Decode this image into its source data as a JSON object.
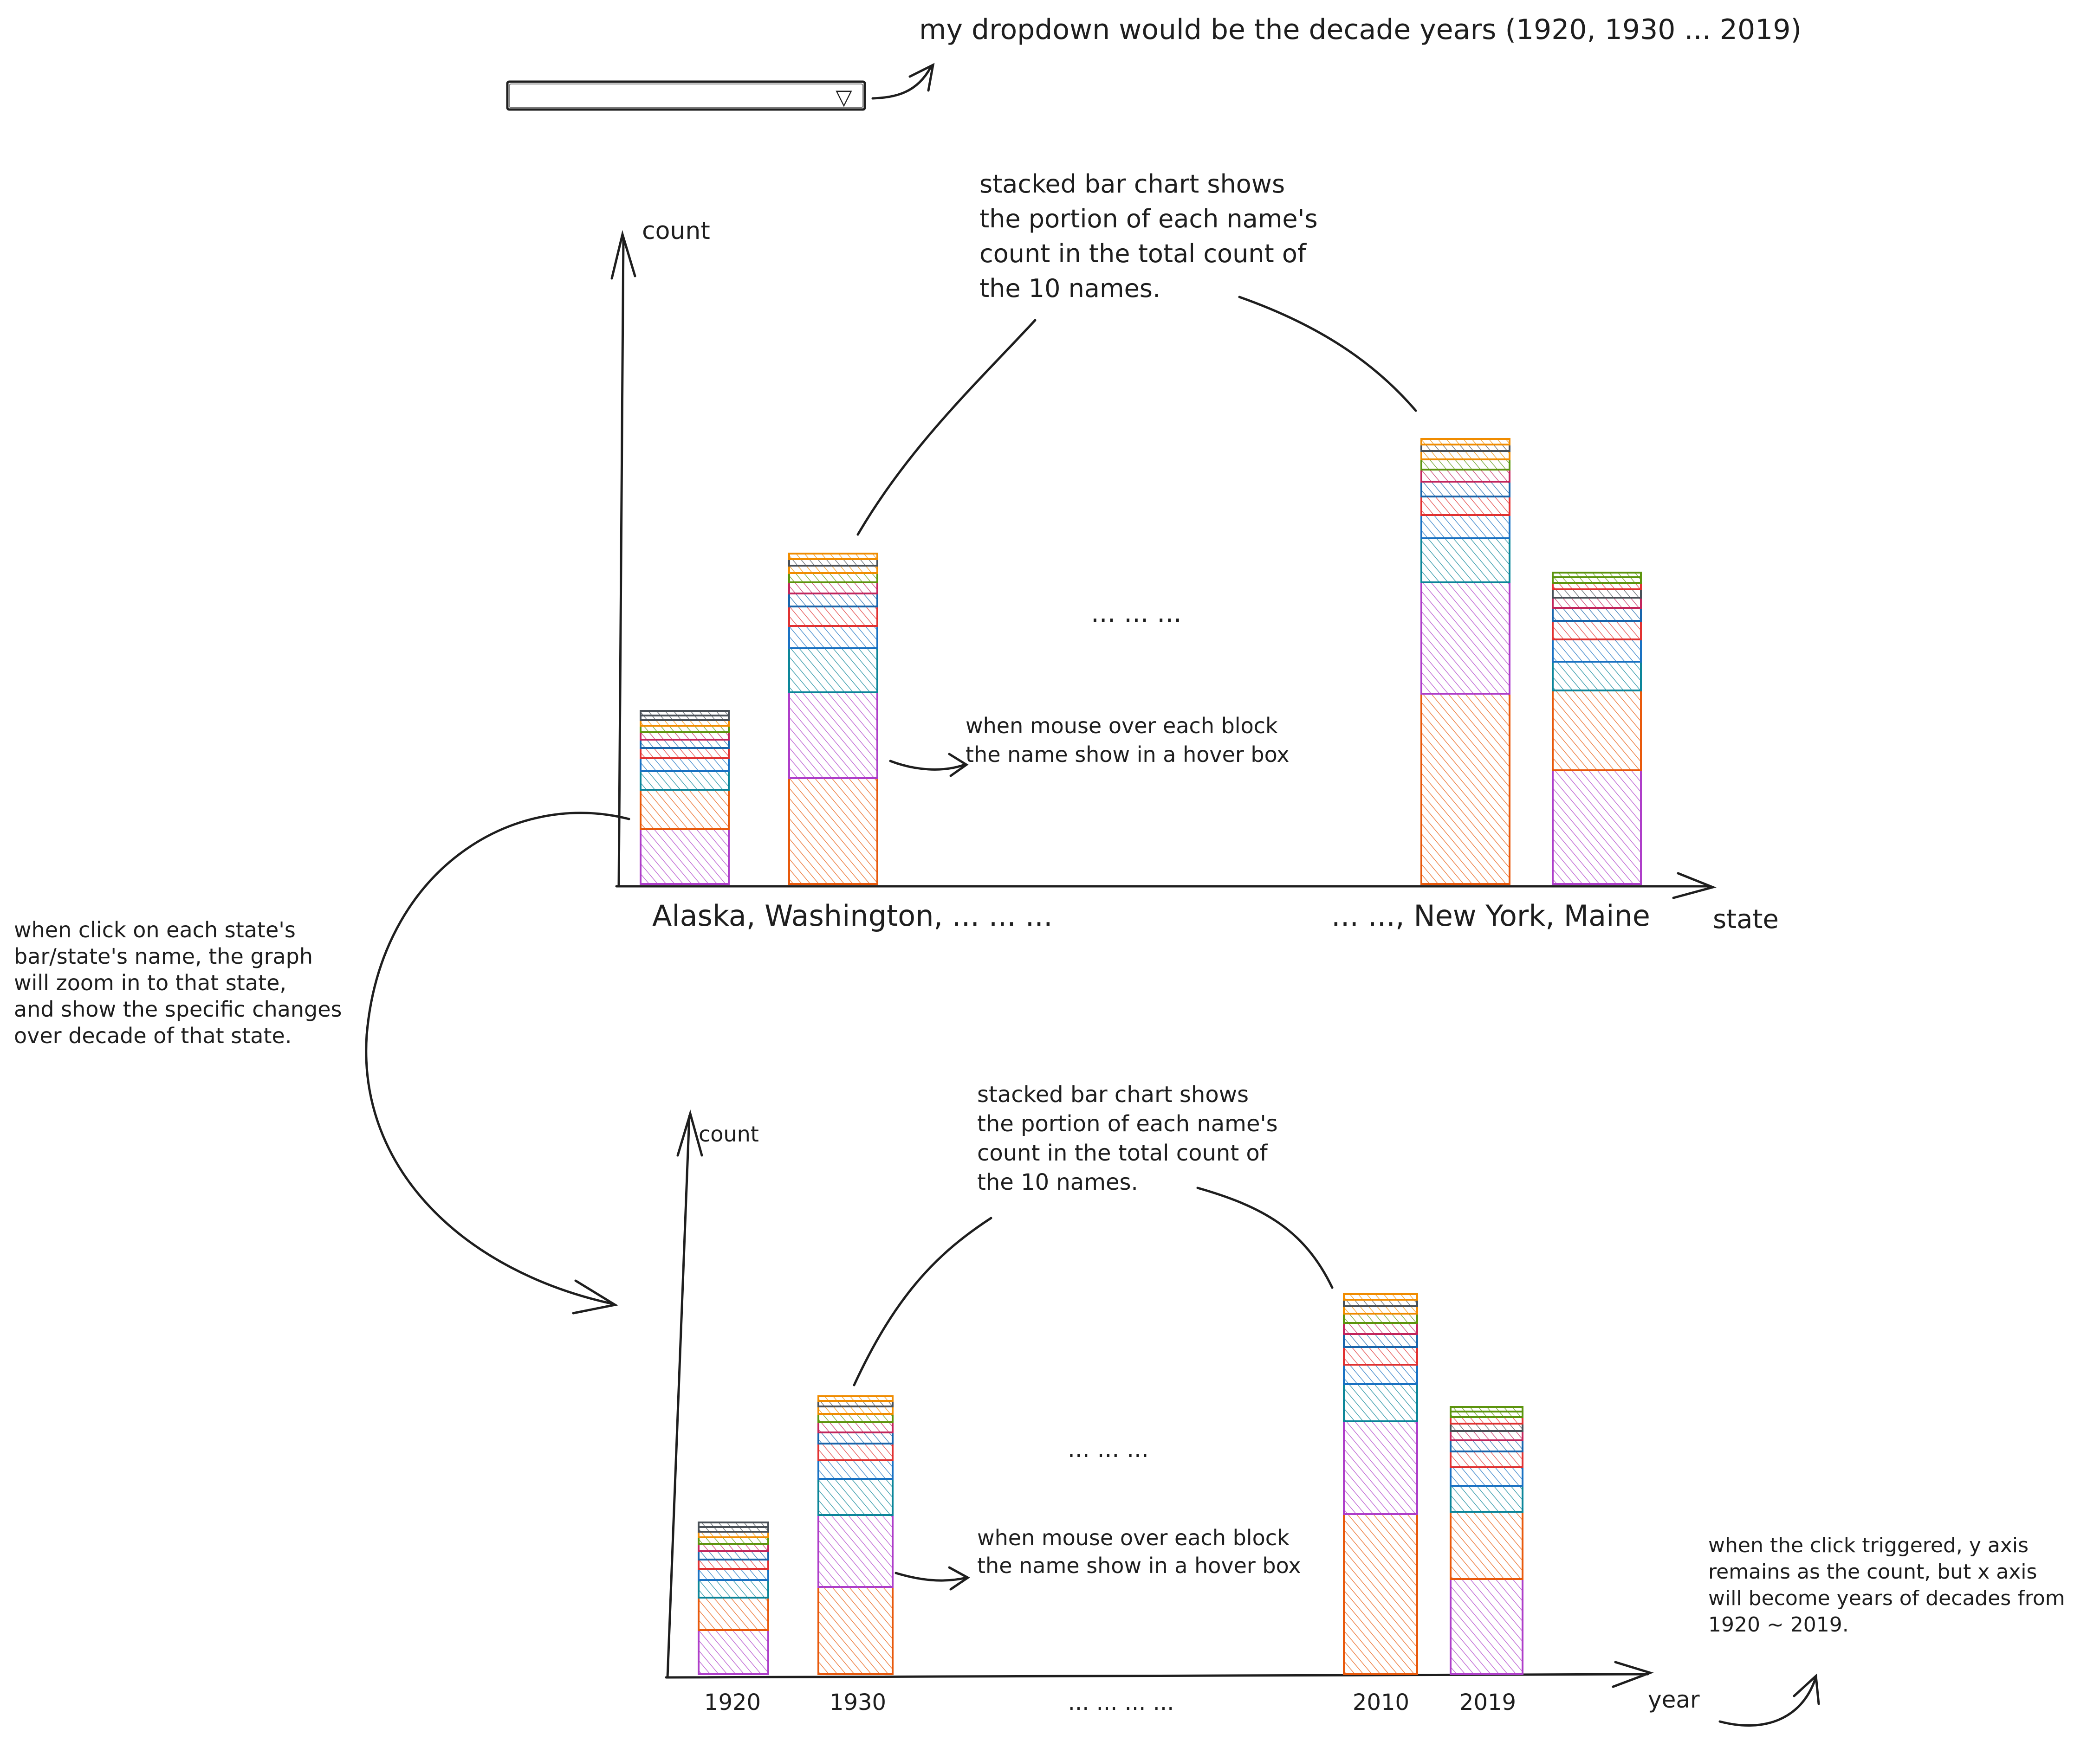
{
  "dropdown": {
    "note": "my dropdown would be the decade years (1920, 1930 ... 2019)",
    "arrow_glyph": "▽"
  },
  "colors": {
    "ink": "#1e1e1e",
    "palette": [
      "#e8590c",
      "#ae3ec9",
      "#0c8599",
      "#1971c2",
      "#e03131",
      "#f08c00",
      "#5c940d",
      "#1864ab",
      "#c2255c",
      "#495057"
    ]
  },
  "chart_top": {
    "y_axis_label": "count",
    "x_axis_label": "state",
    "x_labels_left": "Alaska, Washington, ... ... ...",
    "x_labels_right": "... ..., New York, Maine",
    "middle_ellipsis": "... ... ...",
    "note_lines": [
      "stacked bar chart shows",
      "the portion of each name's",
      "count in the total count of",
      "the 10 names."
    ],
    "hover_lines": [
      "when mouse over each block",
      "the name show in a hover box"
    ]
  },
  "side_note_lines": [
    "when click on each state's",
    "bar/state's name, the graph",
    "will zoom in to that state,",
    "and show the specific changes",
    "over decade of that state."
  ],
  "chart_bottom": {
    "y_axis_label": "count",
    "x_axis_label": "year",
    "x_ticks": [
      "1920",
      "1930",
      "... ... ... ...",
      "2010",
      "2019"
    ],
    "middle_ellipsis": "... ... ...",
    "note_lines": [
      "stacked bar chart shows",
      "the portion of each name's",
      "count in the total count of",
      "the 10 names."
    ],
    "hover_lines": [
      "when mouse over each block",
      "the name show in a hover box"
    ]
  },
  "bottom_right_note_lines": [
    "when the click triggered, y axis",
    "remains as the count, but x axis",
    "will become years of decades from",
    "1920 ~ 2019."
  ]
}
